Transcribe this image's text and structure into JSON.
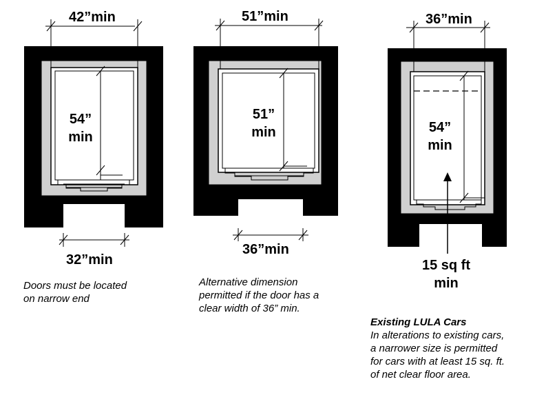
{
  "figure_1": {
    "width_label": "42”min",
    "depth_label_line1": "54”",
    "depth_label_line2": "min",
    "door_label": "32”min",
    "caption_line1": "Doors must be located",
    "caption_line2": "on narrow end"
  },
  "figure_2": {
    "width_label": "51”min",
    "depth_label_line1": "51”",
    "depth_label_line2": "min",
    "door_label": "36”min",
    "caption_line1": "Alternative dimension",
    "caption_line2": "permitted if the door has a",
    "caption_line3": "clear width of 36” min."
  },
  "figure_3": {
    "width_label": "36”min",
    "depth_label_line1": "54”",
    "depth_label_line2": "min",
    "area_label_line1": "15 sq ft",
    "area_label_line2": "min",
    "caption_title": "Existing LULA Cars",
    "caption_line1": "In alterations to existing cars,",
    "caption_line2": "a narrower size is permitted",
    "caption_line3": "for cars with at least 15 sq. ft.",
    "caption_line4": "of net clear floor area."
  },
  "colors": {
    "wall": "#000000",
    "car_frame": "#d0d0d0",
    "line": "#000000",
    "background": "#ffffff"
  }
}
